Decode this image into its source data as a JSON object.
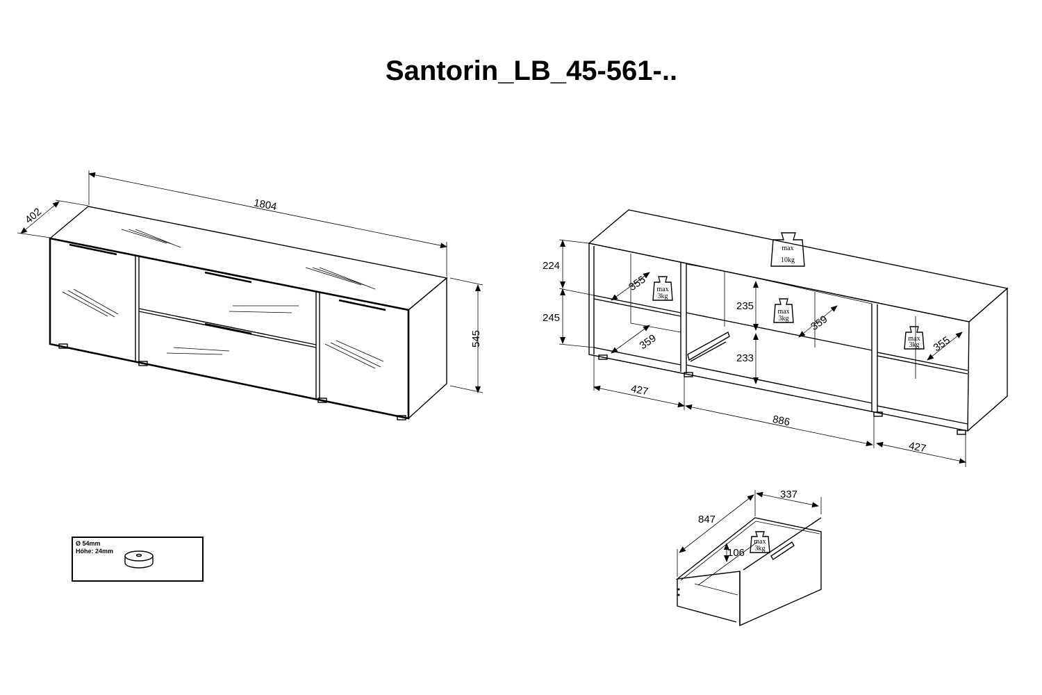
{
  "title": "Santorin_LB_45-561-..",
  "closed_view": {
    "width": "1804",
    "depth": "402",
    "height": "545"
  },
  "open_view": {
    "max_top": {
      "line1": "max",
      "line2": "10kg"
    },
    "shelf_load": {
      "line1": "max",
      "line2": "3kg"
    },
    "left_upper_height": "224",
    "left_lower_height": "245",
    "left_shelf_depth_upper": "355",
    "left_shelf_depth_lower": "359",
    "middle_upper_height": "235",
    "middle_lower_height": "233",
    "middle_shelf_depth": "359",
    "right_shelf_depth": "355",
    "left_width": "427",
    "middle_width": "886",
    "right_width": "427"
  },
  "drawer": {
    "length": "847",
    "width": "337",
    "height": "106",
    "load": {
      "line1": "max",
      "line2": "3kg"
    }
  },
  "foot": {
    "diameter": "Ø 54mm",
    "height": "Höhe: 24mm"
  }
}
